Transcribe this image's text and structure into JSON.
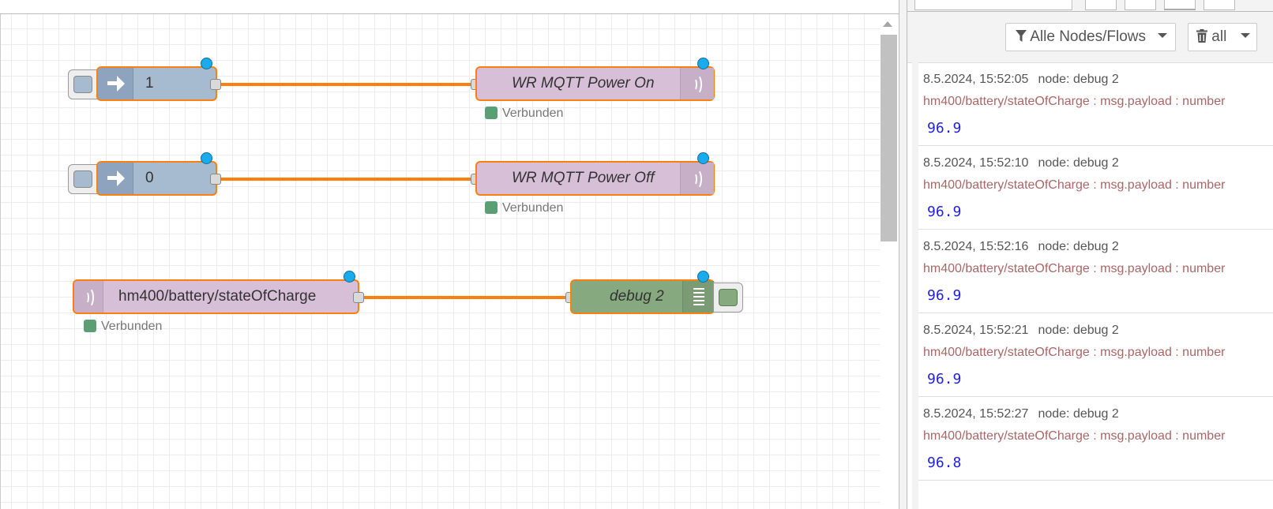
{
  "flow": {
    "nodes": [
      {
        "id": "inject-1",
        "type": "inject",
        "label": "1"
      },
      {
        "id": "mqtt-out-on",
        "type": "mqtt-out",
        "label": "WR MQTT Power On",
        "status": "Verbunden"
      },
      {
        "id": "inject-0",
        "type": "inject",
        "label": "0"
      },
      {
        "id": "mqtt-out-off",
        "type": "mqtt-out",
        "label": "WR MQTT Power Off",
        "status": "Verbunden"
      },
      {
        "id": "mqtt-in",
        "type": "mqtt-in",
        "label": "hm400/battery/stateOfCharge",
        "status": "Verbunden"
      },
      {
        "id": "debug-2",
        "type": "debug",
        "label": "debug 2"
      }
    ]
  },
  "sidebar": {
    "filter_label": "Alle Nodes/Flows",
    "clear_label": "all",
    "messages": [
      {
        "time": "8.5.2024, 15:52:05",
        "node": "node: debug 2",
        "topic": "hm400/battery/stateOfCharge : msg.payload : number",
        "value": "96.9"
      },
      {
        "time": "8.5.2024, 15:52:10",
        "node": "node: debug 2",
        "topic": "hm400/battery/stateOfCharge : msg.payload : number",
        "value": "96.9"
      },
      {
        "time": "8.5.2024, 15:52:16",
        "node": "node: debug 2",
        "topic": "hm400/battery/stateOfCharge : msg.payload : number",
        "value": "96.9"
      },
      {
        "time": "8.5.2024, 15:52:21",
        "node": "node: debug 2",
        "topic": "hm400/battery/stateOfCharge : msg.payload : number",
        "value": "96.9"
      },
      {
        "time": "8.5.2024, 15:52:27",
        "node": "node: debug 2",
        "topic": "hm400/battery/stateOfCharge : msg.payload : number",
        "value": "96.8"
      }
    ]
  },
  "colors": {
    "wire": "#ff7f0e",
    "inject": "#a6bbcf",
    "mqtt": "#d8bfd8",
    "debug": "#87a980",
    "changed_dot": "#1aabec",
    "value": "#1f1fe0",
    "topic": "#aa6666"
  }
}
